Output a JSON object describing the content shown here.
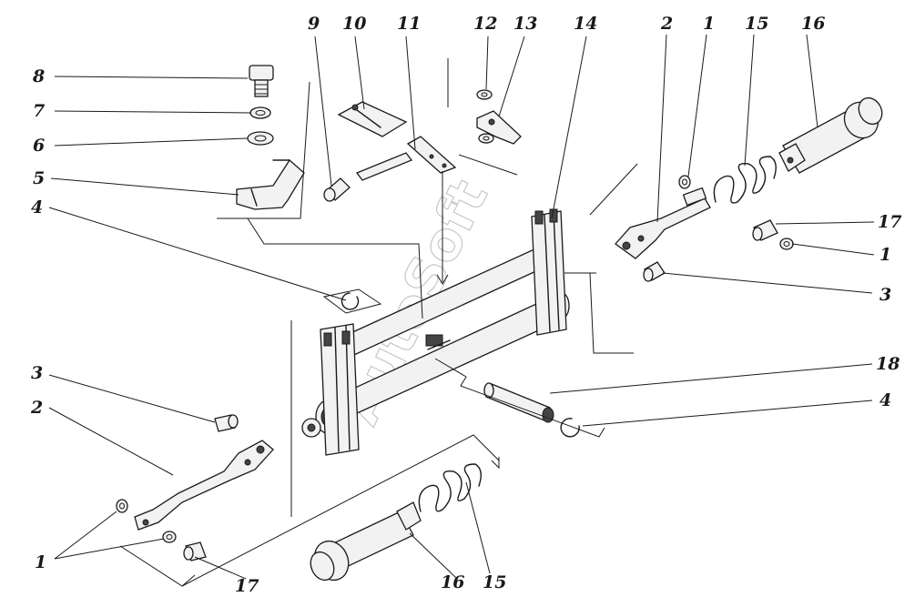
{
  "watermark": "AutoSoft",
  "labels": {
    "l1_left": "1",
    "l1_right_top": "1",
    "l1_right_bot": "1",
    "l2_left": "2",
    "l2_top": "2",
    "l3_left": "3",
    "l3_right": "3",
    "l4_left": "4",
    "l4_right": "4",
    "l5": "5",
    "l6": "6",
    "l7": "7",
    "l8": "8",
    "l9": "9",
    "l10": "10",
    "l11": "11",
    "l12": "12",
    "l13": "13",
    "l14": "14",
    "l15_top": "15",
    "l15_bot": "15",
    "l16_top": "16",
    "l16_bot": "16",
    "l17_right": "17",
    "l17_bot": "17",
    "l18": "18"
  }
}
